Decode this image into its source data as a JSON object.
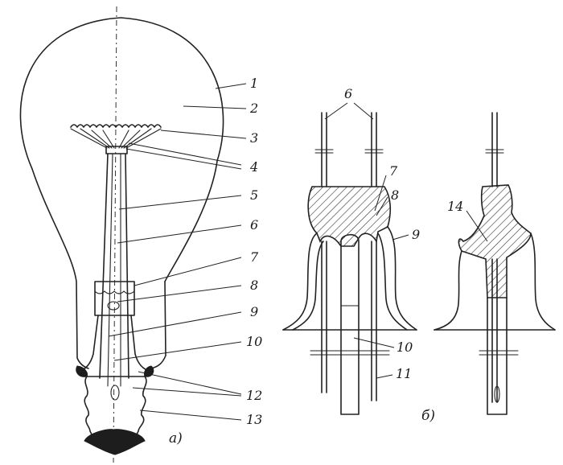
{
  "figure_a": {
    "caption": "а)",
    "labels": [
      "1",
      "2",
      "3",
      "4",
      "5",
      "6",
      "7",
      "8",
      "9",
      "10",
      "12",
      "13"
    ]
  },
  "figure_b": {
    "caption": "б)",
    "labels": [
      "6",
      "7",
      "8",
      "9",
      "10",
      "11",
      "14"
    ]
  }
}
